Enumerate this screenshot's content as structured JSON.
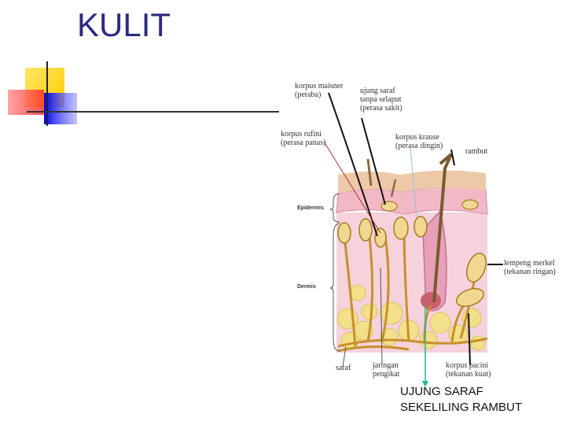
{
  "title": "KULIT",
  "caption": {
    "line1": "UJUNG SARAF",
    "line2": "SEKELILING RAMBUT"
  },
  "diagram": {
    "labels": {
      "korpus_maisner": [
        "korpus maisner",
        "(peraba)"
      ],
      "ujung_saraf_tanpa": [
        "ujung saraf",
        "tanpa selaput",
        "(perasa sakit)"
      ],
      "korpus_rufini": [
        "korpus rufini",
        "(perasa panas)"
      ],
      "korpus_krause": [
        "korpus krause",
        "(perasa dingin)"
      ],
      "rambut": [
        "rambut"
      ],
      "lempeng_merkel": [
        "lempeng merkel",
        "(tekanan ringan)"
      ],
      "saraf": [
        "saraf"
      ],
      "jaringan_pengikat": [
        "jaringan",
        "pengikat"
      ],
      "korpus_pacini": [
        "korpus pacini",
        "(tekanan kuat)"
      ]
    },
    "layers": {
      "epidermis": "Epidermis",
      "dermis": "Dermis"
    }
  },
  "colors": {
    "title": "#2b2b80",
    "accent_yellow": "#ffd400",
    "accent_red": "#ff3b3b",
    "accent_blue": "#1a1aff",
    "epidermis": "#f2b8c6",
    "dermis": "#f5d2dc",
    "fat": "#f2e08a",
    "nerve": "#c8902a",
    "pointer_cyan": "#25b4a0"
  }
}
